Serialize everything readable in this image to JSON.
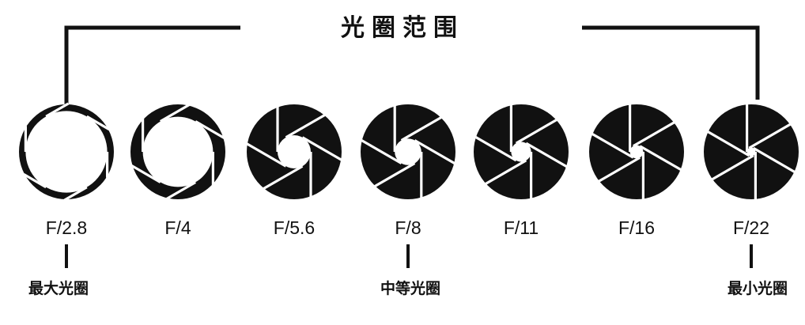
{
  "diagram": {
    "title": "光圈范围",
    "colors": {
      "ink": "#111111",
      "paper": "#ffffff"
    },
    "apertures": [
      {
        "label": "F/2.8",
        "open_fraction": 0.86
      },
      {
        "label": "F/4",
        "open_fraction": 0.74
      },
      {
        "label": "F/5.6",
        "open_fraction": 0.35
      },
      {
        "label": "F/8",
        "open_fraction": 0.28
      },
      {
        "label": "F/11",
        "open_fraction": 0.21
      },
      {
        "label": "F/16",
        "open_fraction": 0.14
      },
      {
        "label": "F/22",
        "open_fraction": 0.09
      }
    ],
    "captions": [
      {
        "text": "最大光圈",
        "aperture": "F/2.8"
      },
      {
        "text": "中等光圈",
        "aperture": "F/8"
      },
      {
        "text": "最小光圈",
        "aperture": "F/22"
      }
    ]
  }
}
